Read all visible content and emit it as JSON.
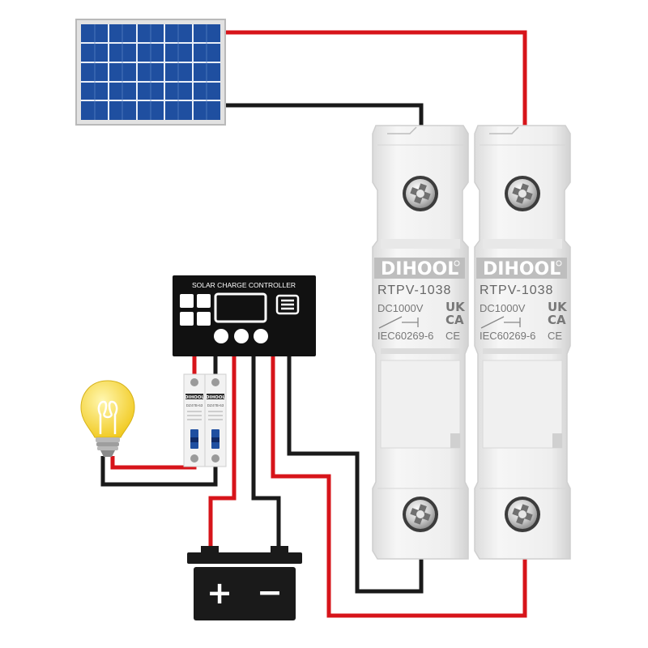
{
  "colors": {
    "positive_wire": "#d7141a",
    "negative_wire": "#1a1a1a",
    "panel_cell": "#1f4fa0",
    "holder_body": "#ededed",
    "bulb_glass": "#f6d93a"
  },
  "controller": {
    "title": "SOLAR CHARGE CONTROLLER"
  },
  "fuse_holders": [
    {
      "brand": "DIHOOL",
      "model": "RTPV-1038",
      "rating": "DC1000V",
      "cert_line1": "UK",
      "cert_line2": "CA",
      "cert_ce": "CE",
      "standard": "IEC60269-6"
    },
    {
      "brand": "DIHOOL",
      "model": "RTPV-1038",
      "rating": "DC1000V",
      "cert_line1": "UK",
      "cert_line2": "CA",
      "cert_ce": "CE",
      "standard": "IEC60269-6"
    }
  ],
  "breakers": [
    {
      "brand": "DIHOOL",
      "model": "DZ47B-63"
    },
    {
      "brand": "DIHOOL",
      "model": "DZ47B-63"
    }
  ],
  "battery": {
    "positive_symbol": "+",
    "negative_symbol": "−"
  },
  "icons": {
    "solar_panel": "solar-panel-icon",
    "bulb": "light-bulb-icon",
    "battery": "battery-icon",
    "screw": "screw-icon"
  }
}
